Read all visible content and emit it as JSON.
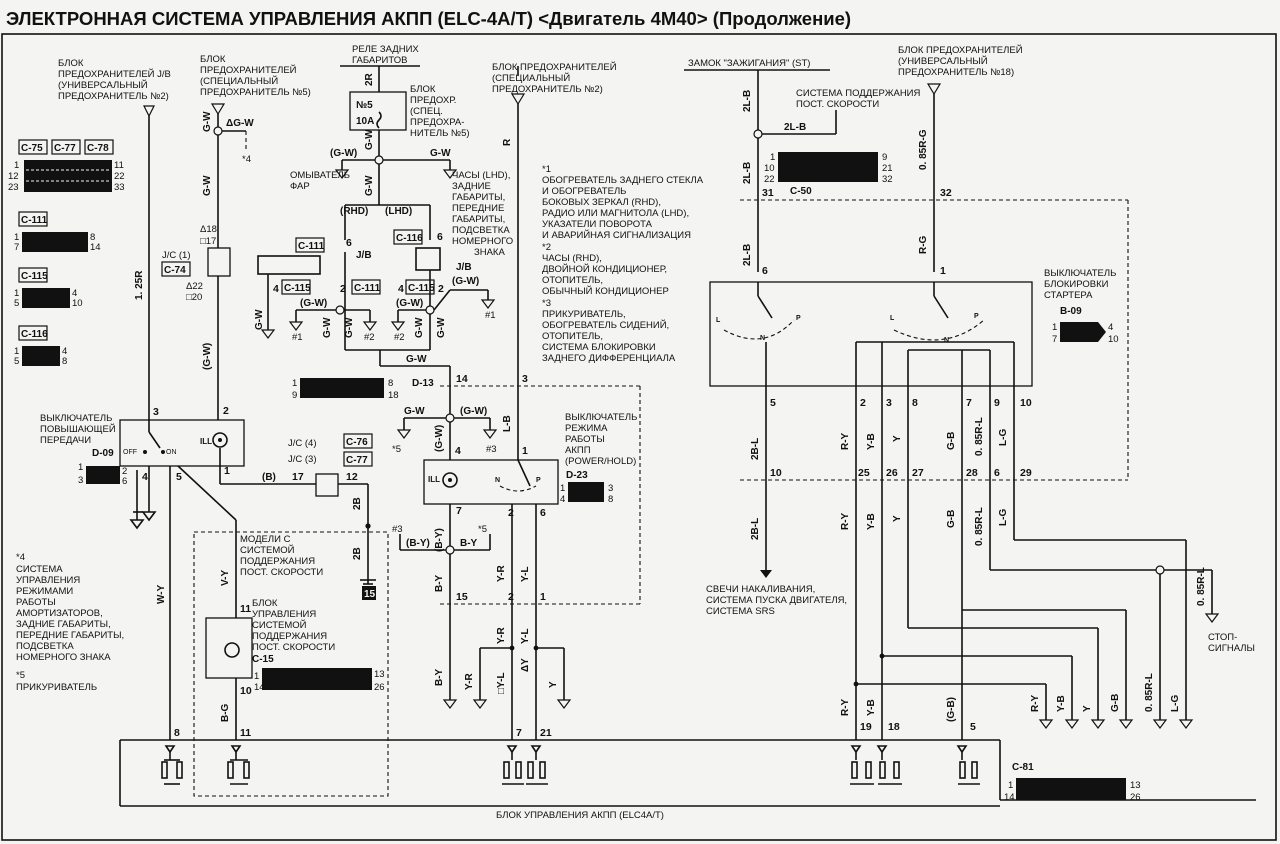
{
  "title": "ЭЛЕКТРОННАЯ СИСТЕМА УПРАВЛЕНИЯ АКПП (ELC-4A/T) <Двигатель 4M40> (Продолжение)",
  "labels": {
    "fuse_jb": [
      "БЛОК",
      "ПРЕДОХРАНИТЕЛЕЙ J/B",
      "(УНИВЕРСАЛЬНЫЙ",
      "ПРЕДОХРАНИТЕЛЬ №2)"
    ],
    "fuse_special5": [
      "БЛОК",
      "ПРЕДОХРАНИТЕЛЕЙ",
      "(СПЕЦИАЛЬНЫЙ",
      "ПРЕДОХРАНИТЕЛЬ №5)"
    ],
    "relay_tail": [
      "РЕЛЕ ЗАДНИХ",
      "ГАБАРИТОВ"
    ],
    "fuse_block_spec": [
      "БЛОК",
      "ПРЕДОХР.",
      "(СПЕЦ.",
      "ПРЕДОХРА-",
      "НИТЕЛЬ №5)"
    ],
    "fuse_no5": "№5",
    "fuse_10a": "10A",
    "fuse_special2": [
      "БЛОК ПРЕДОХРАНИТЕЛЕЙ",
      "(СПЕЦИАЛЬНЫЙ",
      "ПРЕДОХРАНИТЕЛЬ №2)"
    ],
    "ignition": "ЗАМОК \"ЗАЖИГАНИЯ\" (ST)",
    "fuse_univ18": [
      "БЛОК ПРЕДОХРАНИТЕЛЕЙ",
      "(УНИВЕРСАЛЬНЫЙ",
      "ПРЕДОХРАНИТЕЛЬ №18)"
    ],
    "cruise_system": [
      "СИСТЕМА ПОДДЕРЖАНИЯ",
      "ПОСТ. СКОРОСТИ"
    ],
    "headlamp_washer": [
      "ОМЫВАТЕЛЬ",
      "ФАР"
    ],
    "clock_etc": [
      "ЧАСЫ (LHD),",
      "ЗАДНИЕ",
      "ГАБАРИТЫ,",
      "ПЕРЕДНИЕ",
      "ГАБАРИТЫ,",
      "ПОДСВЕТКА",
      "НОМЕРНОГО",
      "ЗНАКА"
    ],
    "rhd": "(RHD)",
    "lhd": "(LHD)",
    "jb": "J/B",
    "jc1": "J/C (1)",
    "jc4": "J/C (4)",
    "jc3": "J/C (3)",
    "note1": [
      "*1",
      "ОБОГРЕВАТЕЛЬ ЗАДНЕГО СТЕКЛА",
      "И ОБОГРЕВАТЕЛЬ",
      "БОКОВЫХ ЗЕРКАЛ (RHD),",
      "РАДИО ИЛИ МАГНИТОЛА (LHD),",
      "УКАЗАТЕЛИ ПОВОРОТА",
      "И АВАРИЙНАЯ  СИГНАЛИЗАЦИЯ"
    ],
    "note2": [
      "*2",
      "ЧАСЫ (RHD),",
      "ДВОЙНОЙ КОНДИЦИОНЕР,",
      "ОТОПИТЕЛЬ,",
      "ОБЫЧНЫЙ КОНДИЦИОНЕР"
    ],
    "note3": [
      "*3",
      "ПРИКУРИВАТЕЛЬ,",
      "ОБОГРЕВАТЕЛЬ СИДЕНИЙ,",
      "ОТОПИТЕЛЬ,",
      "СИСТЕМА БЛОКИРОВКИ",
      "ЗАДНЕГО ДИФФЕРЕНЦИАЛА"
    ],
    "note4": [
      "*4",
      "СИСТЕМА",
      "УПРАВЛЕНИЯ",
      "РЕЖИМАМИ",
      "РАБОТЫ",
      "АМОРТИЗАТОРОВ,",
      "ЗАДНИЕ ГАБАРИТЫ,",
      "ПЕРЕДНИЕ ГАБАРИТЫ,",
      "ПОДСВЕТКА",
      "НОМЕРНОГО ЗНАКА"
    ],
    "note5": [
      "*5",
      "ПРИКУРИВАТЕЛЬ"
    ],
    "overdrive_switch": [
      "ВЫКЛЮЧАТЕЛЬ",
      "ПОВЫШАЮЩЕЙ",
      "ПЕРЕДАЧИ"
    ],
    "mode_switch": [
      "ВЫКЛЮЧАТЕЛЬ",
      "РЕЖИМА",
      "РАБОТЫ",
      "АКПП",
      "(POWER/HOLD)"
    ],
    "inhibitor_switch": [
      "ВЫКЛЮЧАТЕЛЬ",
      "БЛОКИРОВКИ",
      "СТАРТЕРА"
    ],
    "cruise_models": [
      "МОДЕЛИ С",
      "СИСТЕМОЙ",
      "ПОДДЕРЖАНИЯ",
      "ПОСТ. СКОРОСТИ"
    ],
    "cruise_unit": [
      "БЛОК",
      "УПРАВЛЕНИЯ",
      "СИСТЕМОЙ",
      "ПОДДЕРЖАНИЯ",
      "ПОСТ. СКОРОСТИ"
    ],
    "glow": [
      "СВЕЧИ НАКАЛИВАНИЯ,",
      "СИСТЕМА ПУСКА ДВИГАТЕЛЯ,",
      "СИСТЕМА SRS"
    ],
    "stop": [
      "СТОП-",
      "СИГНАЛЫ"
    ],
    "ecu": "БЛОК УПРАВЛЕНИЯ АКПП (ELC4A/T)",
    "ill": "ILL",
    "off": "OFF",
    "on": "ON",
    "n": "N",
    "p": "P",
    "ground_15": "15"
  },
  "connectors": {
    "c75": "C-75",
    "c77": "C-77",
    "c78": "C-78",
    "c111": "C-111",
    "c115": "C-115",
    "c116": "C-116",
    "c50": "C-50",
    "c15": "C-15",
    "c81": "C-81",
    "b09": "B-09",
    "d09": "D-09",
    "d13": "D-13",
    "d23": "D-23",
    "c76": "C-76",
    "c74": "C-74"
  },
  "connector_pins": {
    "c75_row": [
      "1",
      "11",
      "12",
      "22",
      "23",
      "33"
    ],
    "c111_row": [
      "1",
      "8",
      "7",
      "14"
    ],
    "c115_row": [
      "1",
      "4",
      "5",
      "10"
    ],
    "c116_row": [
      "1",
      "4",
      "5",
      "8"
    ],
    "d13_row": [
      "1",
      "8",
      "9",
      "18"
    ],
    "d09_row": [
      "1",
      "2",
      "3",
      "6"
    ],
    "d23_row": [
      "1",
      "3",
      "4",
      "8"
    ],
    "c50_row": [
      "1",
      "9",
      "10",
      "21",
      "22",
      "32"
    ],
    "b09_row": [
      "1",
      "4",
      "7",
      "10"
    ],
    "c15_row": [
      "1",
      "13",
      "14",
      "26"
    ],
    "c81_row": [
      "1",
      "13",
      "14",
      "26"
    ]
  },
  "wires": {
    "w125r": "1. 25R",
    "wgw": "G-W",
    "wdgw": "ΔG-W",
    "wgwp": "(G-W)",
    "w2r": "2R",
    "wr": "R",
    "w2lb": "2L-B",
    "w085rg": "0. 85R-G",
    "wrg": "R-G",
    "wb": "(B)",
    "w2b": "2B",
    "wwy": "W-Y",
    "wbg": "B-G",
    "wby": "B-Y",
    "wbyp": "(B-Y)",
    "wyr": "Y-R",
    "wyl": "Y-L",
    "wdy": "ΔY",
    "wy": "Y",
    "wlb": "L-B",
    "w2bl": "2B-L",
    "wry": "R-Y",
    "wyb": "Y-B",
    "wgb": "G-B",
    "wgbp": "(G-B)",
    "w085rl": "0. 85R-L",
    "wlg": "L-G",
    "wyl2": "□Y-L",
    "wvy": "V-Y"
  },
  "pins": {
    "p1": "1",
    "p2": "2",
    "p3": "3",
    "p4": "4",
    "p5": "5",
    "p6": "6",
    "p7": "7",
    "p8": "8",
    "p9": "9",
    "p10": "10",
    "p11": "11",
    "p12": "12",
    "p13": "13",
    "p14": "14",
    "p15": "15",
    "p17": "17",
    "p18": "18",
    "p19": "19",
    "p21": "21",
    "p25": "25",
    "p26": "26",
    "p27": "27",
    "p28": "28",
    "p29": "29",
    "p31": "31",
    "p32": "32",
    "t18": "Δ18",
    "t17": "□17",
    "t22": "Δ22",
    "t20": "□20",
    "s1": "#1",
    "s2": "#2",
    "s3": "#3",
    "s4": "*4",
    "s5": "*5"
  }
}
